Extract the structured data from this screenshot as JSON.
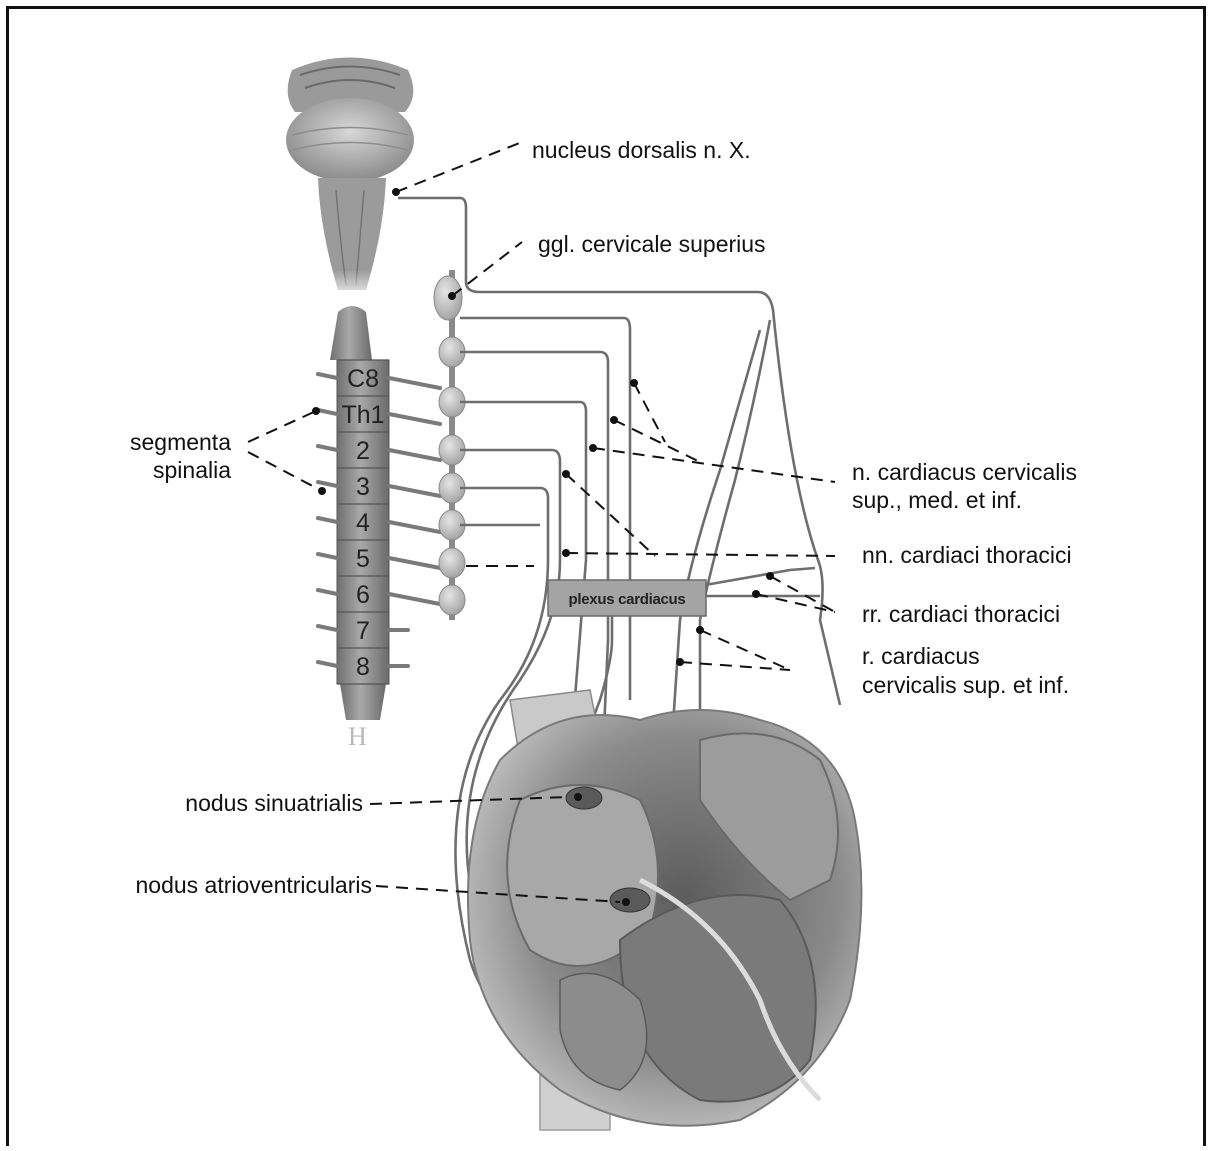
{
  "labels": {
    "nucleus_dorsalis": "nucleus dorsalis n. X.",
    "ggl_cervicale": "ggl. cervicale superius",
    "segmenta_line1": "segmenta",
    "segmenta_line2": "spinalia",
    "n_cardiacus_line1": "n. cardiacus cervicalis",
    "n_cardiacus_line2": "sup., med. et inf.",
    "nn_cardiaci_thoracici": "nn. cardiaci thoracici",
    "rr_cardiaci_thoracici": "rr. cardiaci thoracici",
    "r_cardiacus_line1": "r. cardiacus",
    "r_cardiacus_line2": "cervicalis sup. et inf.",
    "plexus_cardiacus": "plexus cardiacus",
    "nodus_sinuatrialis": "nodus sinuatrialis",
    "nodus_atrioventricularis": "nodus atrioventricularis"
  },
  "segments": [
    "C8",
    "Th1",
    "2",
    "3",
    "4",
    "5",
    "6",
    "7",
    "8"
  ],
  "colors": {
    "frame": "#111111",
    "nerve": "#6e6e6e",
    "spine": "#8f8f8f",
    "plexus_box": "#a4a4a4",
    "heart": "#9a9a9a"
  }
}
